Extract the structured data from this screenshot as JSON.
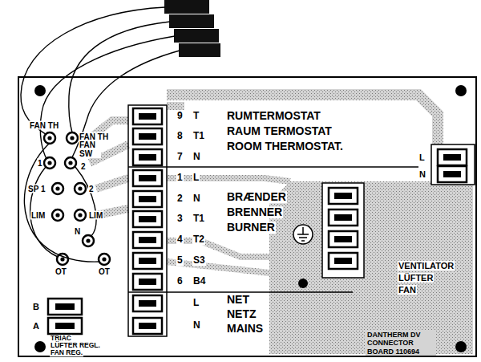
{
  "diagram": {
    "nodes": [
      {
        "text": [
          "DANTHERM DV CONNECTOR BOARD 110694"
        ]
      }
    ],
    "labels": [
      "FAN TH",
      "FAN TH",
      "1",
      "2",
      "FAN SW",
      "SP 1",
      "2",
      "LIM",
      "LIM",
      "N",
      "OT",
      "OT",
      "B",
      "A",
      "TRIAC",
      "LÜFTER REGL.",
      "FAN REG.",
      "9",
      "T",
      "8",
      "T1",
      "7",
      "N",
      "1",
      "L",
      "2",
      "N",
      "3",
      "T1",
      "4",
      "T2",
      "5",
      "S3",
      "6",
      "B4",
      "L",
      "N",
      "RUMTERMOSTAT",
      "RAUM TERMOSTAT",
      "ROOM THERMOSTAT.",
      "BRÆNDER",
      "BRENNER",
      "BURNER",
      "NET",
      "NETZ",
      "MAINS",
      "L",
      "N",
      "VENTILATOR",
      "LÜFTER",
      "FAN"
    ]
  }
}
